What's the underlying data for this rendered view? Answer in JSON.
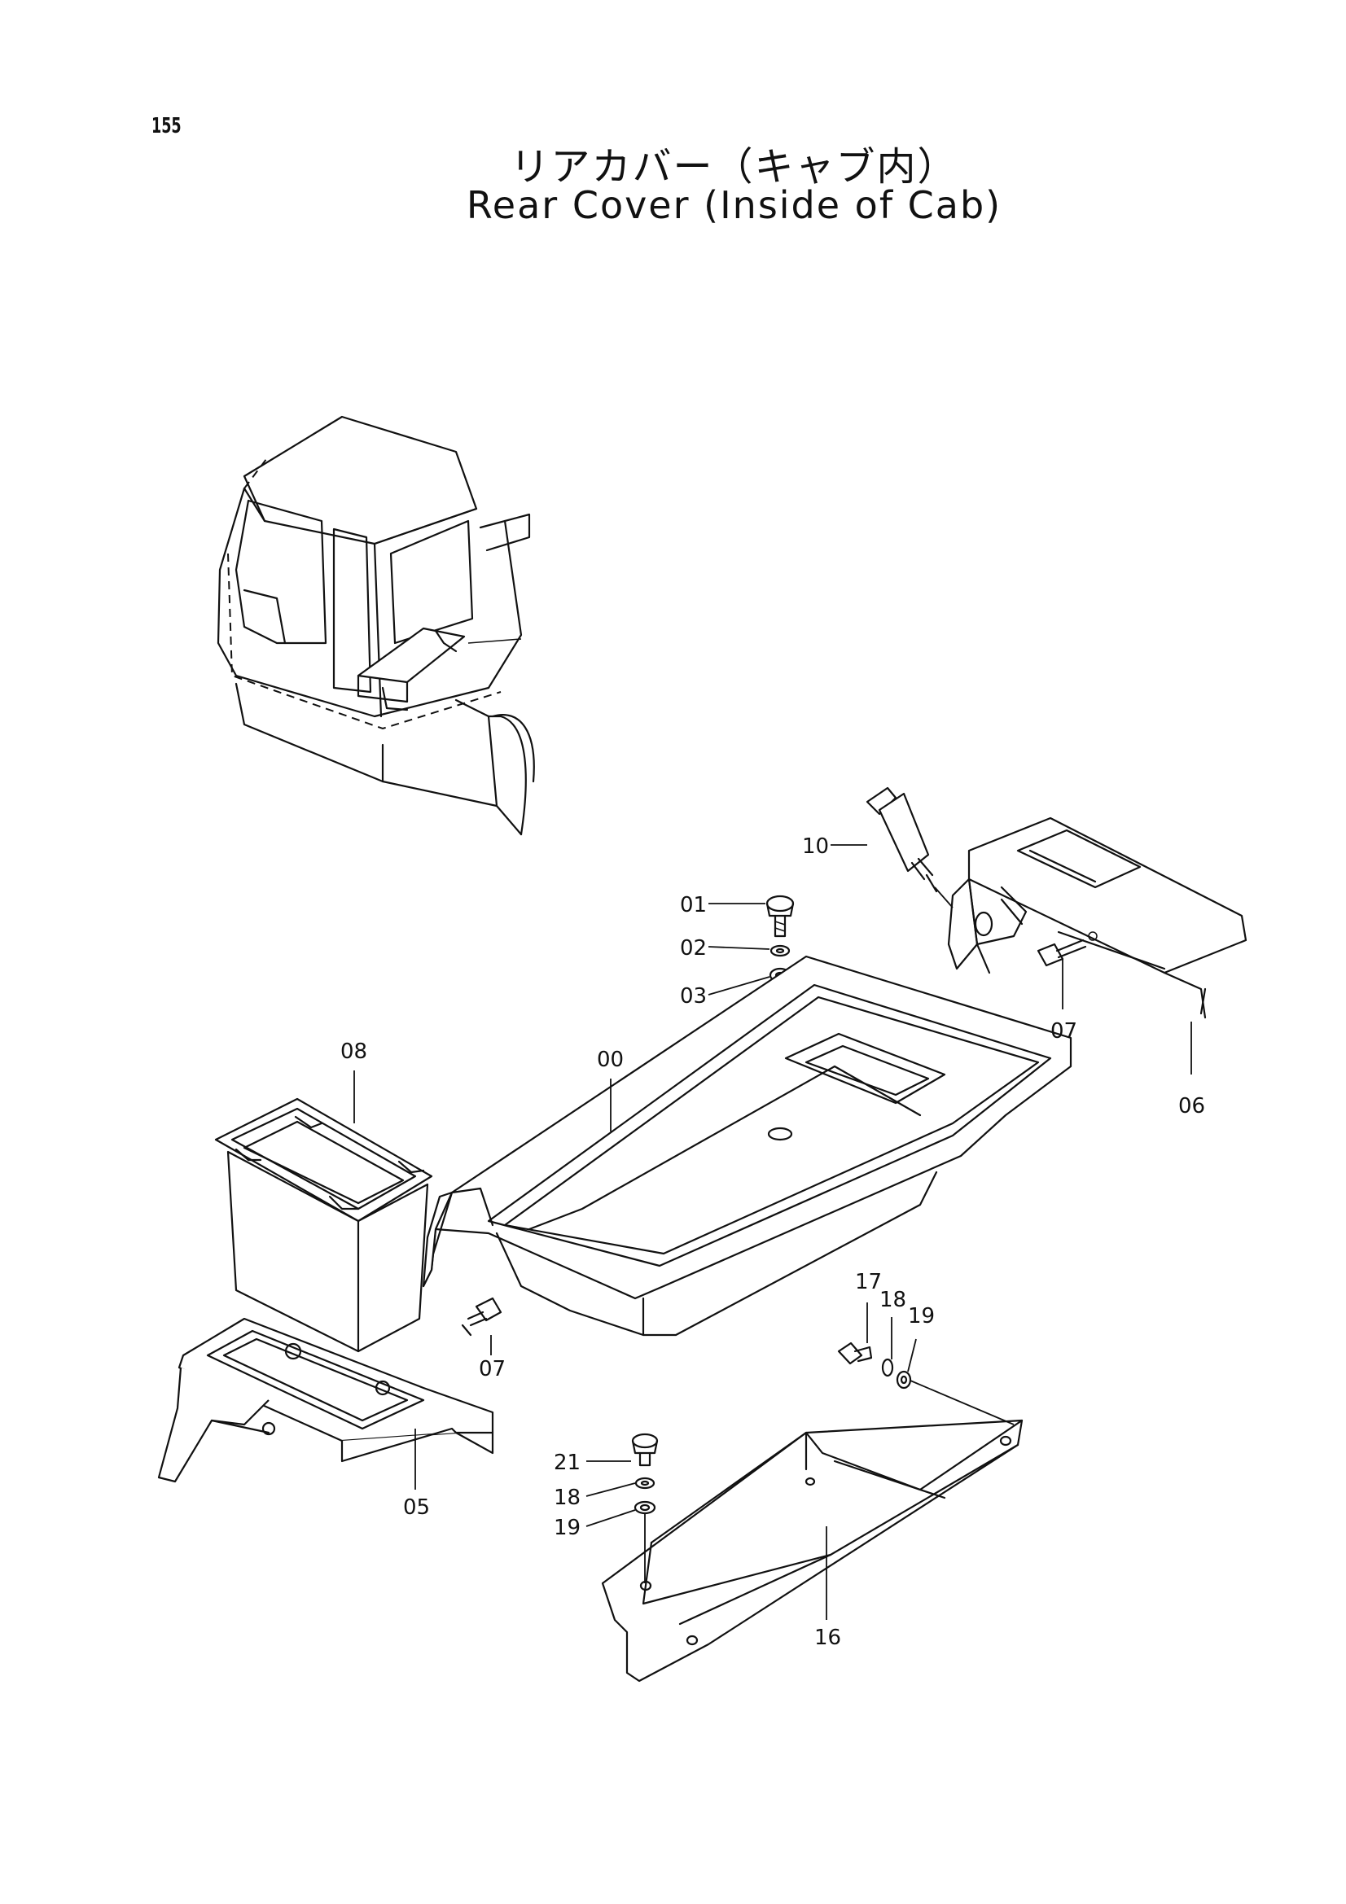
{
  "page_number": "155",
  "title_jp": "リアカバー（キャブ内）",
  "title_en": "Rear Cover (Inside of Cab)",
  "callouts": {
    "c00": "00",
    "c01": "01",
    "c02": "02",
    "c03": "03",
    "c05": "05",
    "c06": "06",
    "c07a": "07",
    "c07b": "07",
    "c08": "08",
    "c10": "10",
    "c16": "16",
    "c17": "17",
    "c18a": "18",
    "c19a": "19",
    "c21": "21",
    "c18b": "18",
    "c19b": "19"
  }
}
